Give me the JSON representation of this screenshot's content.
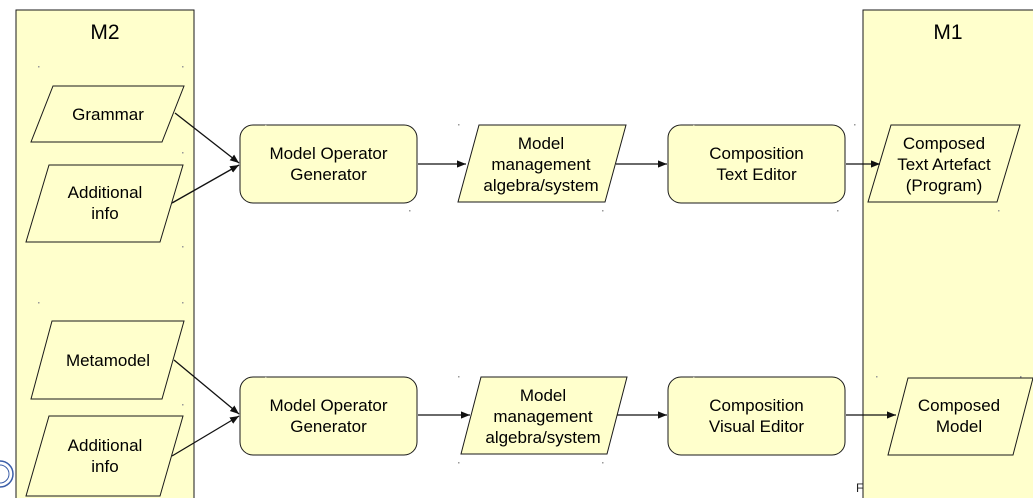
{
  "colors": {
    "fill": "#ffffcc",
    "stroke": "#1a1a1a",
    "seal": "#3b5ea8"
  },
  "columns": {
    "left": {
      "title": "M2"
    },
    "right": {
      "title": "M1"
    }
  },
  "top_row": {
    "input_1": "Grammar",
    "input_2": "Additional\ninfo",
    "generator": "Model Operator\nGenerator",
    "algebra": "Model\nmanagement\nalgebra/system",
    "editor": "Composition\nText Editor",
    "output": "Composed\nText Artefact\n(Program)"
  },
  "bottom_row": {
    "input_1": "Metamodel",
    "input_2": "Additional\ninfo",
    "generator": "Model Operator\nGenerator",
    "algebra": "Model\nmanagement\nalgebra/system",
    "editor": "Composition\nVisual Editor",
    "output": "Composed\nModel"
  },
  "footer_fragment": "F"
}
